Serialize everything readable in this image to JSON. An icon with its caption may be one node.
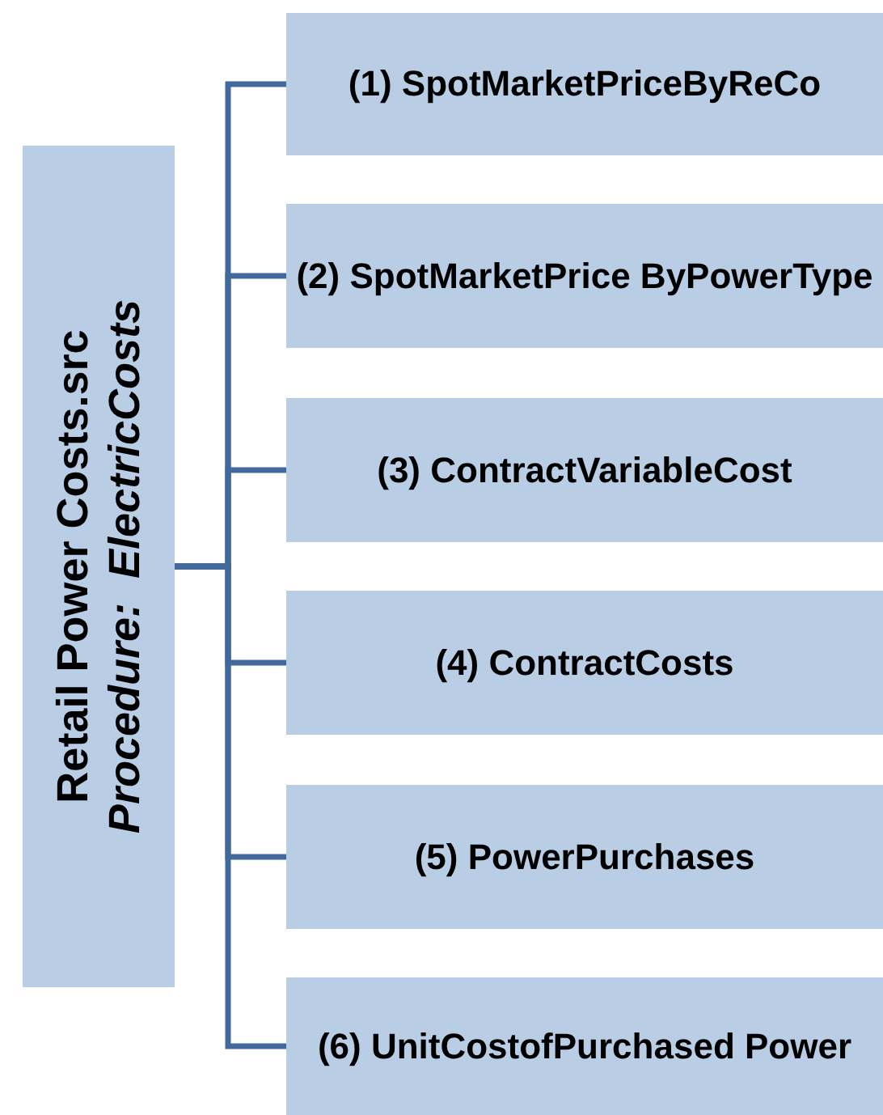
{
  "diagram": {
    "nodes": [
      {
        "text": [
          "Retail Power Costs.src",
          "Procedure:  ElectricCosts"
        ]
      },
      {
        "text": [
          "(1) SpotMarketPriceByReCo"
        ]
      },
      {
        "text": [
          "(2) SpotMarketPrice ByPowerType"
        ]
      },
      {
        "text": [
          "(3) ContractVariableCost"
        ]
      },
      {
        "text": [
          "(4) ContractCosts"
        ]
      },
      {
        "text": [
          "(5) PowerPurchases"
        ]
      },
      {
        "text": [
          "(6) UnitCostofPurchased Power"
        ]
      }
    ],
    "edges": [
      {
        "from": 0,
        "to": 1,
        "arrow": "none"
      },
      {
        "from": 0,
        "to": 2,
        "arrow": "none"
      },
      {
        "from": 0,
        "to": 3,
        "arrow": "none"
      },
      {
        "from": 0,
        "to": 4,
        "arrow": "none"
      },
      {
        "from": 0,
        "to": 5,
        "arrow": "none"
      },
      {
        "from": 0,
        "to": 6,
        "arrow": "none"
      }
    ]
  }
}
